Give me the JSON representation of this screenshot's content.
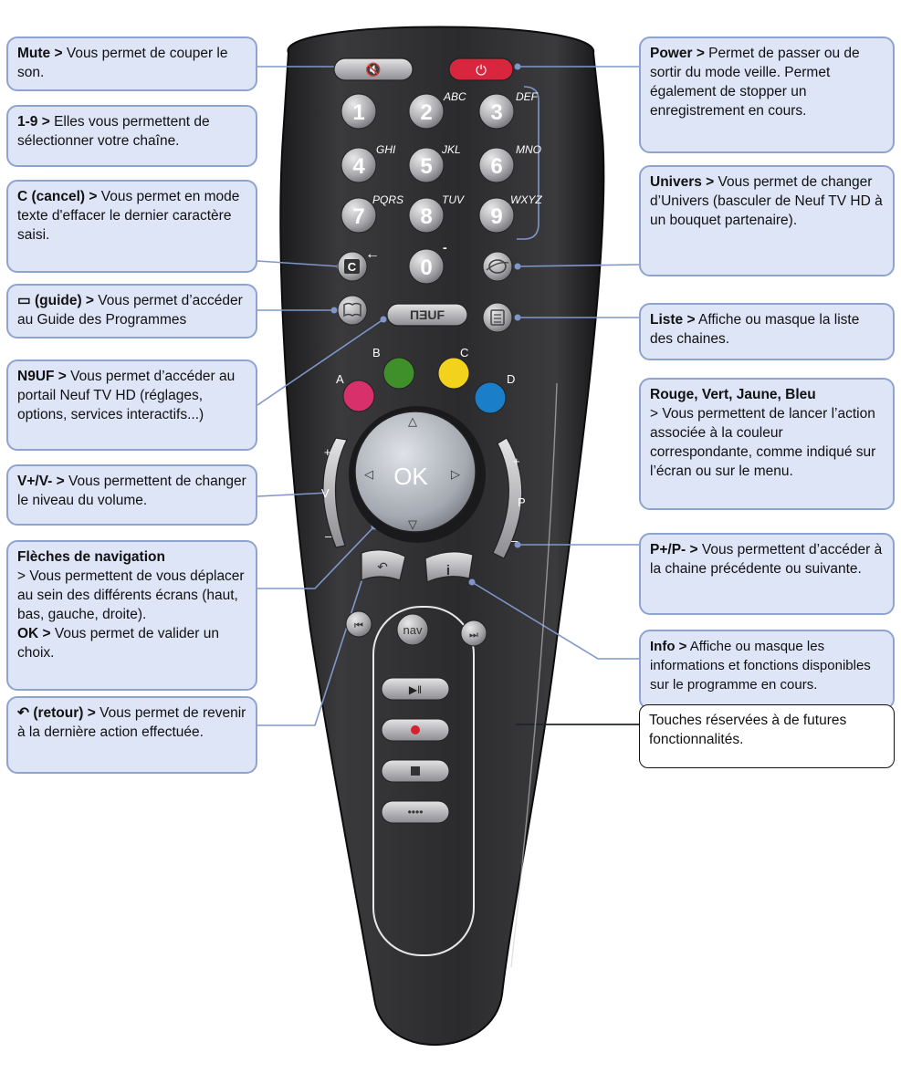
{
  "callouts": {
    "mute": {
      "key": "Mute >",
      "text": " Vous permet de couper le son."
    },
    "digits": {
      "key": "1-9 >",
      "text": " Elles vous permettent de sélectionner votre chaîne."
    },
    "cancel": {
      "key": "C (cancel) >",
      "text": " Vous permet en mode texte d'effacer le dernier caractère saisi."
    },
    "guide": {
      "key": "(guide) >",
      "text": " Vous permet d’accéder au Guide des Programmes"
    },
    "n9uf": {
      "key": "N9UF >",
      "text": " Vous permet d’accéder au portail Neuf TV HD (réglages, options, services interactifs...)"
    },
    "volume": {
      "key": "V+/V- >",
      "text": " Vous permettent de changer le niveau du volume."
    },
    "navigation": {
      "key": "Flèches de navigation",
      "text": "> Vous permettent de vous déplacer au sein des différents écrans (haut, bas, gauche, droite).",
      "key2": "OK >",
      "text2": " Vous permet de valider un choix."
    },
    "retour": {
      "key": "(retour) >",
      "text": " Vous permet de revenir à la dernière action effectuée."
    },
    "power": {
      "key": "Power >",
      "text": " Permet de passer ou de sortir du mode veille. Permet également de stopper un enregistrement en cours."
    },
    "univers": {
      "key": "Univers >",
      "text": " Vous permet de changer d’Univers (basculer de Neuf TV HD à un bouquet partenaire)."
    },
    "liste": {
      "key": "Liste >",
      "text": " Affiche ou masque la liste des chaines."
    },
    "couleurs": {
      "key": "Rouge, Vert, Jaune, Bleu",
      "text": "> Vous permettent de lancer l’action associée à la couleur correspondante, comme indiqué sur l’écran ou sur le menu."
    },
    "programme": {
      "key": "P+/P- >",
      "text": " Vous permettent d’accéder à la chaine précédente ou suivante."
    },
    "info": {
      "key": "Info >",
      "text": " Affiche ou masque les informations et fonctions disponibles sur le programme en cours."
    },
    "futures": {
      "text": "Touches réservées à de futures fonctionnalités."
    }
  },
  "remote": {
    "digits": [
      {
        "n": "1",
        "letters": ""
      },
      {
        "n": "2",
        "letters": "ABC"
      },
      {
        "n": "3",
        "letters": "DEF"
      },
      {
        "n": "4",
        "letters": "GHI"
      },
      {
        "n": "5",
        "letters": "JKL"
      },
      {
        "n": "6",
        "letters": "MNO"
      },
      {
        "n": "7",
        "letters": "PQRS"
      },
      {
        "n": "8",
        "letters": "TUV"
      },
      {
        "n": "9",
        "letters": "WXYZ"
      },
      {
        "n": "0",
        "letters": "-"
      }
    ],
    "cancel_label": "C",
    "brand_label": "ΠƎUF",
    "color_letters": [
      "A",
      "B",
      "C",
      "D"
    ],
    "colors": {
      "red": "#d8306a",
      "green": "#3f8f2a",
      "yellow": "#f2d21c",
      "blue": "#1a7fc8",
      "power": "#d8263e"
    },
    "ok_label": "OK",
    "vol_plus": "+",
    "vol_letter": "V",
    "vol_minus": "–",
    "prog_plus": "+",
    "prog_letter": "P",
    "prog_minus": "–",
    "info_label": "i",
    "nav_label": "nav"
  }
}
